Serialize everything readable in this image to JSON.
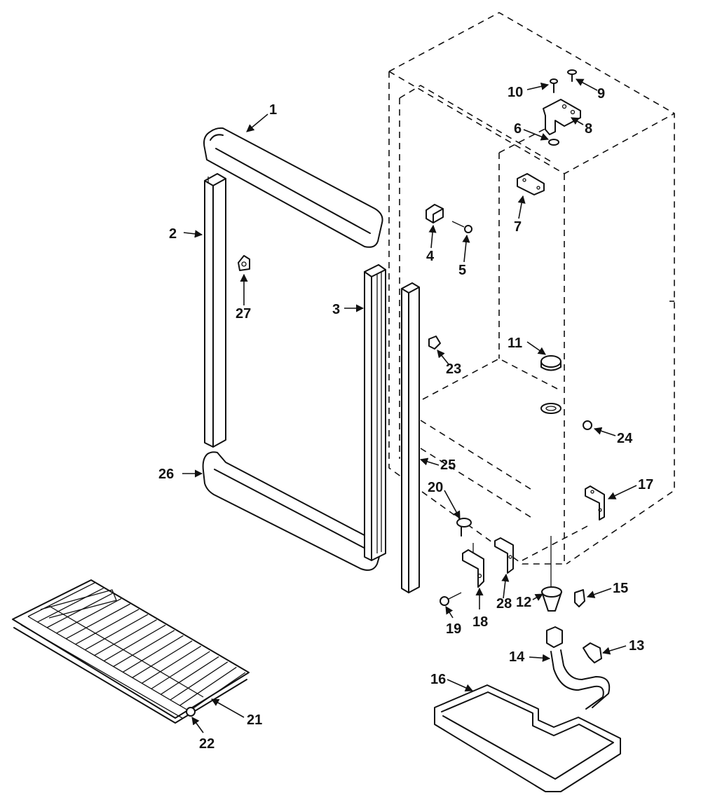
{
  "diagram": {
    "parts": [
      {
        "number": "1"
      },
      {
        "number": "2"
      },
      {
        "number": "3"
      },
      {
        "number": "4"
      },
      {
        "number": "5"
      },
      {
        "number": "6"
      },
      {
        "number": "7"
      },
      {
        "number": "8"
      },
      {
        "number": "9"
      },
      {
        "number": "10"
      },
      {
        "number": "11"
      },
      {
        "number": "12"
      },
      {
        "number": "13"
      },
      {
        "number": "14"
      },
      {
        "number": "15"
      },
      {
        "number": "16"
      },
      {
        "number": "17"
      },
      {
        "number": "18"
      },
      {
        "number": "19"
      },
      {
        "number": "20"
      },
      {
        "number": "21"
      },
      {
        "number": "22"
      },
      {
        "number": "23"
      },
      {
        "number": "24"
      },
      {
        "number": "25"
      },
      {
        "number": "26"
      },
      {
        "number": "27"
      },
      {
        "number": "28"
      }
    ]
  }
}
